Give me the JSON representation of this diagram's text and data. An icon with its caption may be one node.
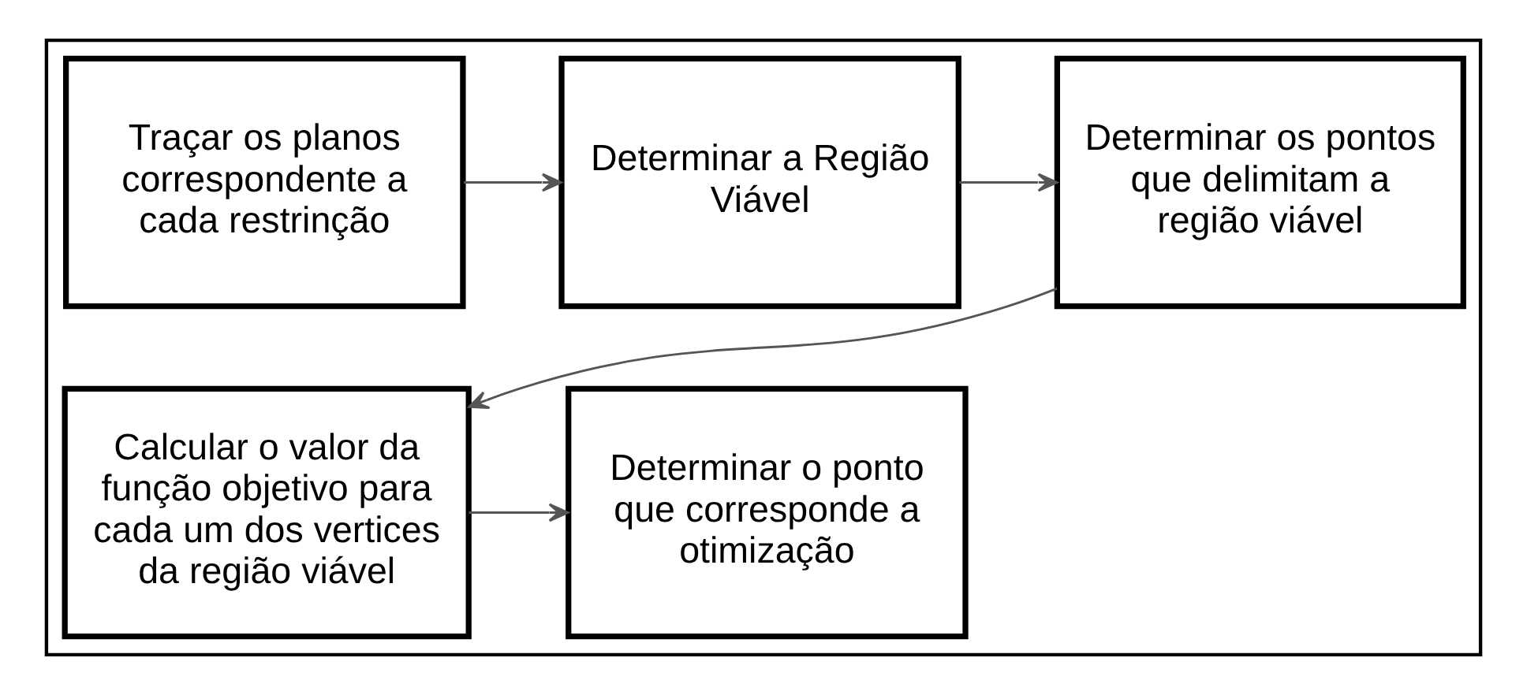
{
  "diagram": {
    "nodes": [
      {
        "text": [],
        "shape": "box"
      },
      {
        "text": [
          "Traçar os planos correspondente a cada restrinção"
        ],
        "in": 0
      },
      {
        "text": [
          "Determinar a Região Viável"
        ],
        "in": 0
      },
      {
        "text": [
          "Determinar os pontos que delimitam a região viável"
        ],
        "in": 0
      },
      {
        "text": [
          "Calcular o valor da função objetivo para cada um dos vertices da região viável"
        ],
        "in": 0
      },
      {
        "text": [
          "Determinar o ponto que corresponde a otimização"
        ],
        "in": 0
      }
    ],
    "edges": [
      {
        "from": 1,
        "to": 2,
        "arrow": "to"
      },
      {
        "from": 2,
        "to": 3,
        "arrow": "to"
      },
      {
        "from": 3,
        "to": 4,
        "arrow": "to"
      },
      {
        "from": 4,
        "to": 5,
        "arrow": "to"
      }
    ]
  }
}
